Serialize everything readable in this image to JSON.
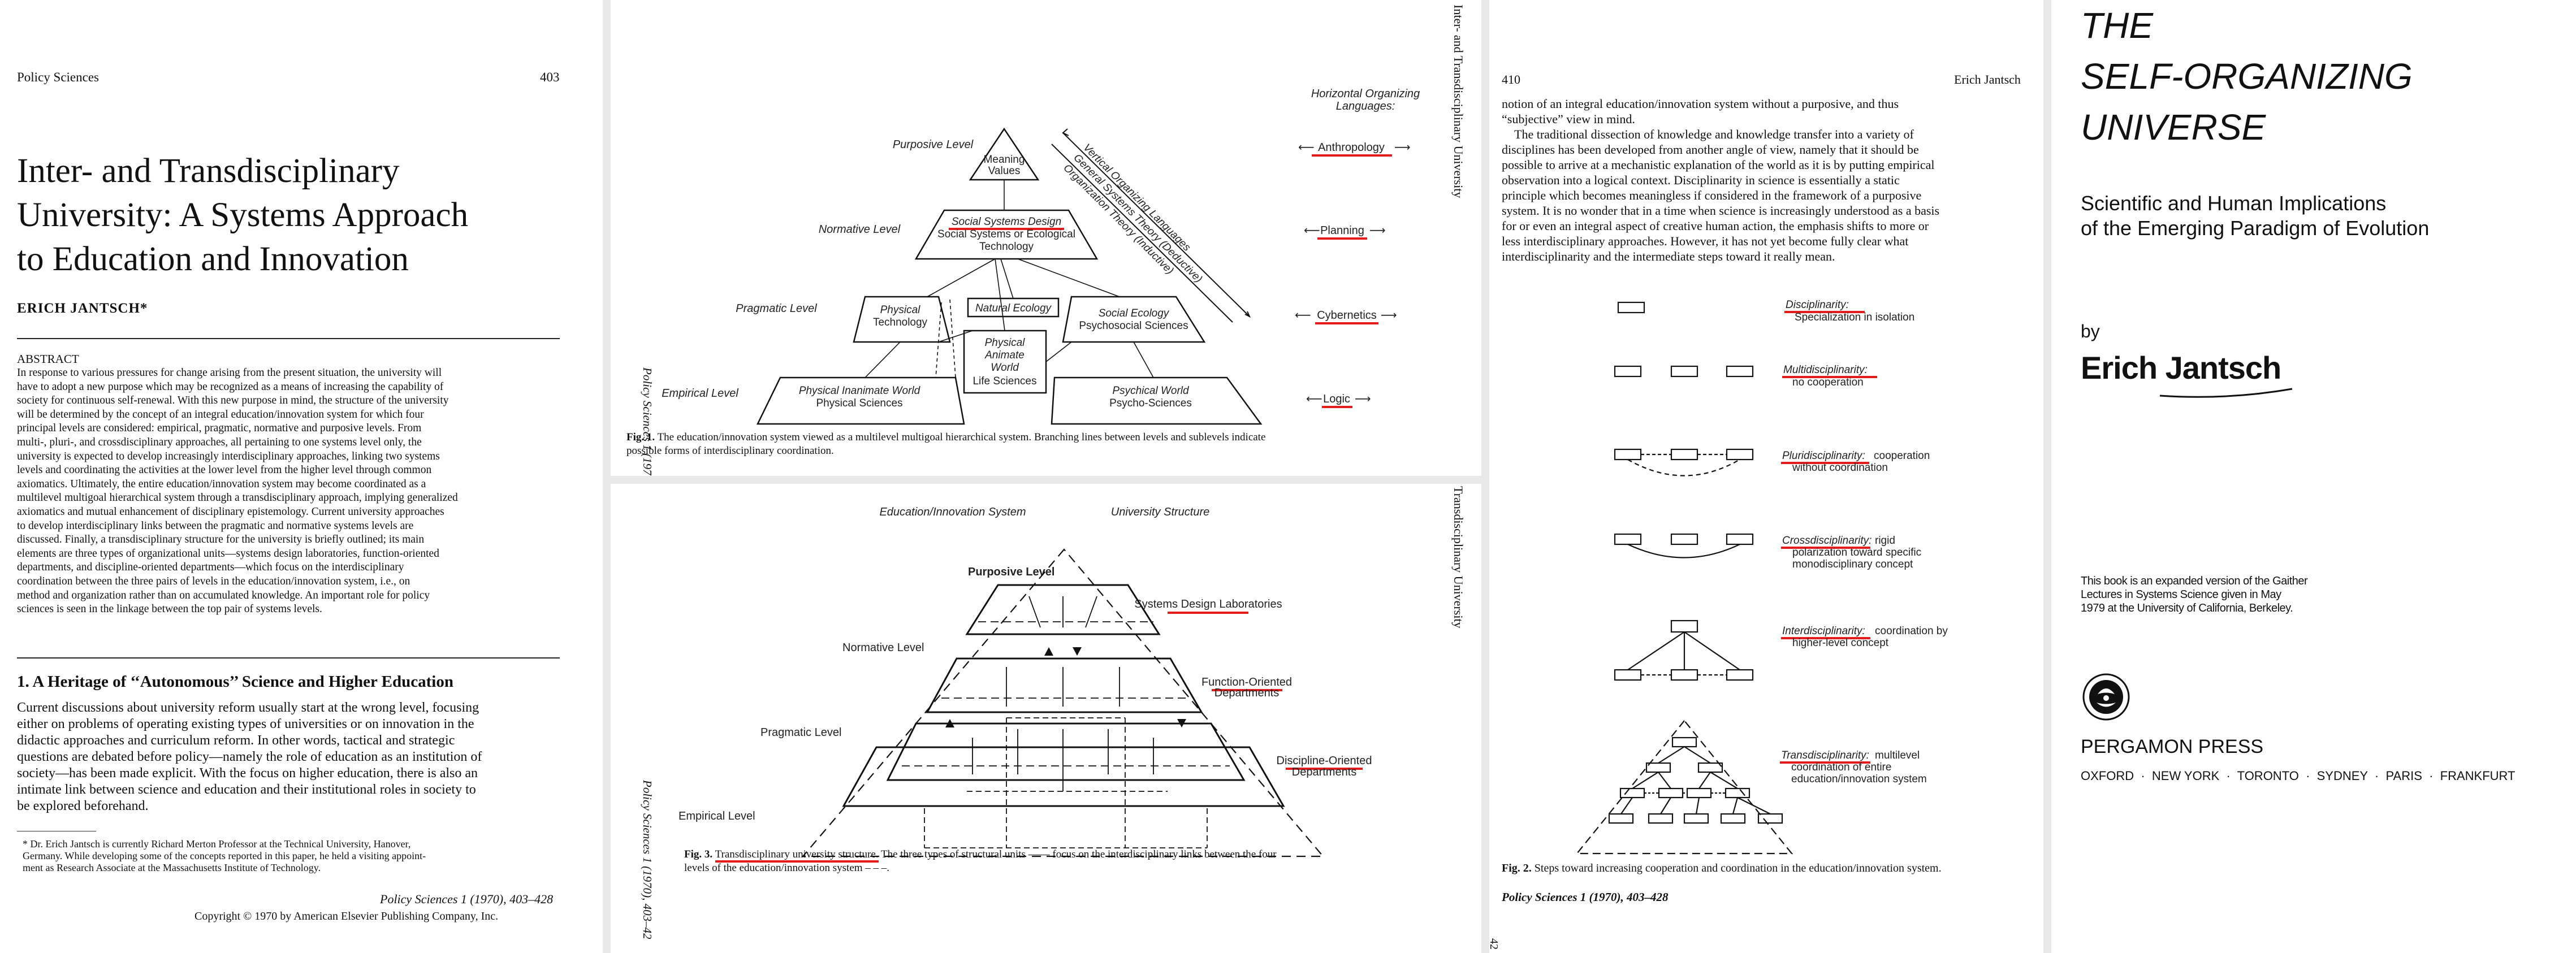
{
  "page1": {
    "header_left": "Policy Sciences",
    "header_right": "403",
    "title_line1": "Inter- and Transdisciplinary",
    "title_line2": "University: A Systems Approach",
    "title_line3": "to Education and Innovation",
    "author": "ERICH JANTSCH*",
    "abstract_heading": "ABSTRACT",
    "abstract_lines": [
      "In response to various pressures for change arising from the present situation, the university will",
      "have to adopt a new purpose which may be recognized as a means of increasing the capability of",
      "society for continuous self-renewal. With this new purpose in mind, the structure of the university",
      "will be determined by the concept of an integral education/innovation system for which four",
      "principal levels are considered: empirical, pragmatic, normative and purposive levels. From",
      "multi-, pluri-, and crossdisciplinary approaches, all pertaining to one systems level only, the",
      "university is expected to develop increasingly interdisciplinary approaches, linking two systems",
      "levels and coordinating the activities at the lower level from the higher level through common",
      "axiomatics. Ultimately, the entire education/innovation system may become coordinated as a",
      "multilevel multigoal hierarchical system through a transdisciplinary approach, implying generalized",
      "axiomatics and mutual enhancement of disciplinary epistemology. Current university approaches",
      "to develop interdisciplinary links between the pragmatic and normative systems levels are",
      "discussed. Finally, a transdisciplinary structure for the university is briefly outlined; its main",
      "elements are three types of organizational units—systems design laboratories, function-oriented",
      "departments, and discipline-oriented departments—which focus on the interdisciplinary",
      "coordination between the three pairs of levels in the education/innovation system, i.e., on",
      "method and organization rather than on accumulated knowledge. An important role for policy",
      "sciences is seen in the linkage between the top pair of systems levels."
    ],
    "section_heading": "1. A Heritage of ‘‘Autonomous’’ Science and Higher Education",
    "section_lines": [
      "Current discussions about university reform usually start at the wrong level, focusing",
      "either on problems of operating existing types of universities or on innovation in the",
      "didactic approaches and curriculum reform. In other words, tactical and strategic",
      "questions are debated before policy—namely the role of education as an institution of",
      "society—has been made explicit. With the focus on higher education, there is also an",
      "intimate link between science and education and their institutional roles in society to",
      "be explored beforehand."
    ],
    "footnote_line1": "* Dr. Erich Jantsch is currently Richard Merton Professor at the Technical University, Hanover,",
    "footnote_line2": "Germany. While developing some of the concepts reported in this paper, he held a visiting appoint-",
    "footnote_line3": "ment as Research Associate at the Massachusetts Institute of Technology.",
    "journal_ref": "Policy Sciences 1 (1970), 403–428",
    "copyright": "Copyright © 1970 by American Elsevier Publishing Company, Inc."
  },
  "page2": {
    "side_header": "Inter- and Transdisciplinary University",
    "side_journal": "Policy Sciences 1 (197",
    "fig1_header": "Horizontal Organizing",
    "fig1_header2": "Languages:",
    "fig1_languages": [
      "Anthropology",
      "Planning",
      "Cybernetics",
      "Logic"
    ],
    "fig1_vertical": "Vertical Organizing Languages",
    "fig1_vertical2": "General Systems Theory (Deductive)",
    "fig1_vertical3": "Organization Theory (Inductive)",
    "fig1_levels": {
      "purposive": "Purposive Level",
      "normative": "Normative Level",
      "pragmatic": "Pragmatic Level",
      "empirical": "Empirical Level"
    },
    "fig1_boxes": {
      "meaning": "Meaning",
      "values": "Values",
      "ssd": "Social Systems Design",
      "ssd2": "Social Systems or Ecological",
      "ssd3": "Technology",
      "phystech": "Physical",
      "phystech2": "Technology",
      "nateco": "Natural Ecology",
      "physanim": "Physical",
      "physanim2": "Animate",
      "physanim3": "World",
      "lifesci": "Life Sciences",
      "soceco": "Social Ecology",
      "soceco2": "Psychosocial Sciences",
      "physinan": "Physical Inanimate World",
      "physsci": "Physical Sciences",
      "psychworld": "Psychical World",
      "psychsci": "Psycho-Sciences"
    },
    "fig1_caption_bold": "Fig. 1.",
    "fig1_caption": "The education/innovation system viewed as a multilevel multigoal hierarchical system. Branching lines between levels and sublevels indicate",
    "fig1_caption2": "possible forms of interdisciplinary coordination.",
    "fig3_top_left": "Education/Innovation System",
    "fig3_top_right": "University Structure",
    "fig3_levels": {
      "purposive": "Purposive Level",
      "normative": "Normative Level",
      "pragmatic": "Pragmatic Level",
      "empirical": "Empirical Level"
    },
    "fig3_units": {
      "sdl": "Systems Design Laboratories",
      "fod": "Function-Oriented",
      "fod2": "Departments",
      "dod": "Discipline-Oriented",
      "dod2": "Departments"
    },
    "fig3_caption_bold": "Fig. 3.",
    "fig3_caption_u": "Transdisciplinary university structure.",
    "fig3_caption": " The three types of structural units —— focus on the interdisciplinary links between the four",
    "fig3_caption2": "levels of the education/innovation system – – –.",
    "side_journal2": "Policy Sciences 1 (1970), 403–42",
    "side_header2": "Transdisciplinary University"
  },
  "page3": {
    "header_left": "410",
    "header_right": "Erich Jantsch",
    "body_lines": [
      "notion of an integral education/innovation system without a purposive, and thus",
      "“subjective” view in mind.",
      "The traditional dissection of knowledge and knowledge transfer into a variety of",
      "disciplines has been developed from another angle of view, namely that it should be",
      "possible to arrive at a mechanistic explanation of the world as it is by putting empirical",
      "observation into a logical context. Disciplinarity in science is essentially a static",
      "principle which becomes meaningless if considered in the framework of a purposive",
      "system. It is no wonder that in a time when science is increasingly understood as a basis",
      "for or even an integral aspect of creative human action, the emphasis shifts to more or",
      "less interdisciplinary approaches. However, it has not yet become fully clear what",
      "interdisciplinarity and the intermediate steps toward it really mean."
    ],
    "steps": [
      {
        "term": "Disciplinarity:",
        "desc1": "Specialization in isolation",
        "desc2": "",
        "desc3": ""
      },
      {
        "term": "Multidisciplinarity:",
        "desc1": "no cooperation",
        "desc2": "",
        "desc3": ""
      },
      {
        "term": "Pluridisciplinarity:",
        "desc1": "cooperation",
        "desc2": "without coordination",
        "desc3": ""
      },
      {
        "term": "Crossdisciplinarity:",
        "desc1": "rigid",
        "desc2": "polarization toward specific",
        "desc3": "monodisciplinary concept"
      },
      {
        "term": "Interdisciplinarity:",
        "desc1": "coordination by",
        "desc2": "higher-level concept",
        "desc3": ""
      },
      {
        "term": "Transdisciplinarity:",
        "desc1": "multilevel",
        "desc2": "coordination of entire",
        "desc3": "education/innovation system"
      }
    ],
    "fig2_caption_bold": "Fig. 2.",
    "fig2_caption": "Steps toward increasing cooperation and coordination in the education/innovation system.",
    "journal_ref": "Policy Sciences 1 (1970), 403–428",
    "side_page": "42"
  },
  "page4": {
    "title1": "THE",
    "title2": "SELF-ORGANIZING",
    "title3": "UNIVERSE",
    "subtitle1": "Scientific and Human Implications",
    "subtitle2": "of the Emerging Paradigm of Evolution",
    "by": "by",
    "author": "Erich Jantsch",
    "note1": "This book is an expanded version of the Gaither",
    "note2": "Lectures in Systems Science given in May",
    "note3": "1979 at the University of California, Berkeley.",
    "publisher": "PERGAMON PRESS",
    "cities": "OXFORD  ·  NEW YORK  ·  TORONTO  ·  SYDNEY  ·  PARIS  ·  FRANKFURT"
  },
  "colors": {
    "underline": "#e31b1b",
    "separator": "#e8e8e8"
  }
}
